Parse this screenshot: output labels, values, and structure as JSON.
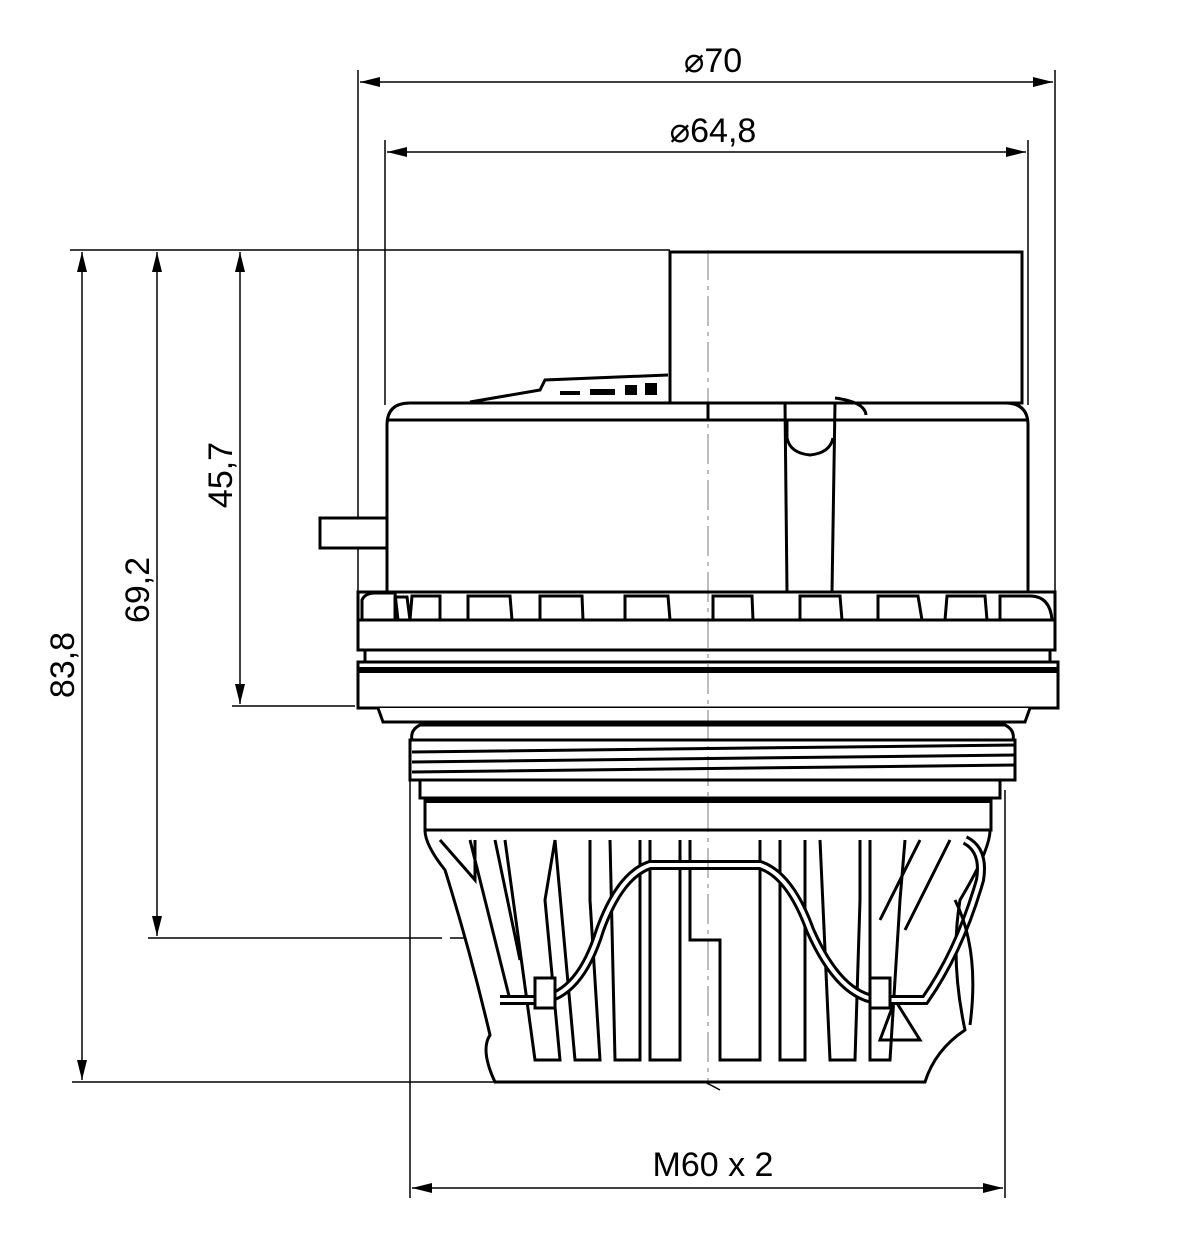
{
  "drawing": {
    "dimensions": {
      "diameter_outer": "⌀70",
      "diameter_inner": "⌀64,8",
      "height_total": "83,8",
      "height_mid": "69,2",
      "height_upper": "45,7",
      "thread": "M60 x 2"
    },
    "line_color": "#000000",
    "background": "#ffffff"
  }
}
